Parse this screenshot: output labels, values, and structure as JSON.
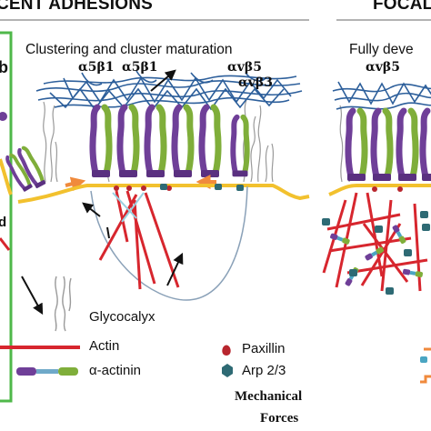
{
  "headers": {
    "left": "CENT ADHESIONS",
    "right": "FOCAL"
  },
  "panel_text": {
    "middle_title": "Clustering and cluster maturation",
    "right_title": "Fully deve",
    "left_fragment_top": "b",
    "left_fragment_mid": "d"
  },
  "integrin_labels": {
    "a5b1_left": "α5β1",
    "a5b1_right": "α5β1",
    "avb5_mid": "αvβ5",
    "avb3_mid": "αvβ3",
    "avb5_right": "αvβ5"
  },
  "legend": {
    "glycocalyx": "Glycocalyx",
    "actin": "Actin",
    "alpha_actinin": "α-actinin",
    "paxillin": "Paxillin",
    "arp23": "Arp 2/3",
    "mechanical_line1": "Mechanical",
    "mechanical_line2": "Forces"
  },
  "colors": {
    "frame_green": "#4fb84a",
    "membrane": "#f2c12e",
    "ecm": "#2d5f9b",
    "integrin_purple": "#6f3f98",
    "integrin_green": "#7fae3a",
    "actin_red": "#d7262e",
    "paxillin": "#b8262e",
    "arp23": "#2e6a74",
    "force_arrow": "#f08a3c",
    "link_teal": "#4aa5c2"
  },
  "icons": {
    "glycocalyx": "wavy-gray-lines",
    "actin": "red-line",
    "alpha_actinin": "purple-green-rod",
    "paxillin": "red-dot",
    "arp23": "teal-hexagon",
    "callout": "black-arrow"
  }
}
